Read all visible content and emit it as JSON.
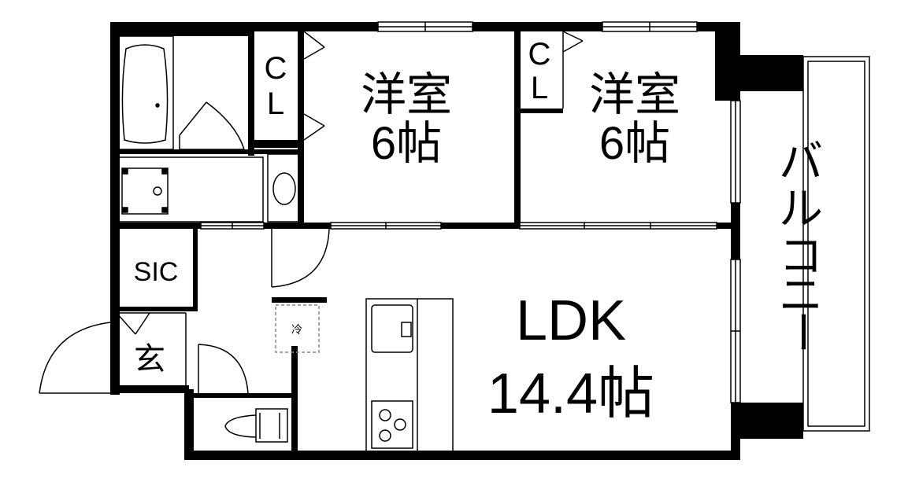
{
  "rooms": {
    "bedroom_left": {
      "name": "洋室",
      "size": "6帖"
    },
    "bedroom_right": {
      "name": "洋室",
      "size": "6帖"
    },
    "ldk": {
      "name": "LDK",
      "size": "14.4帖"
    }
  },
  "closets": {
    "cl_left": {
      "c": "C",
      "l": "L"
    },
    "cl_right": {
      "c": "C",
      "l": "L"
    }
  },
  "labels": {
    "sic": "SIC",
    "entrance": "玄",
    "fridge": "冷",
    "balcony": [
      "バ",
      "ル",
      "コ",
      "ニ",
      "ー"
    ]
  }
}
